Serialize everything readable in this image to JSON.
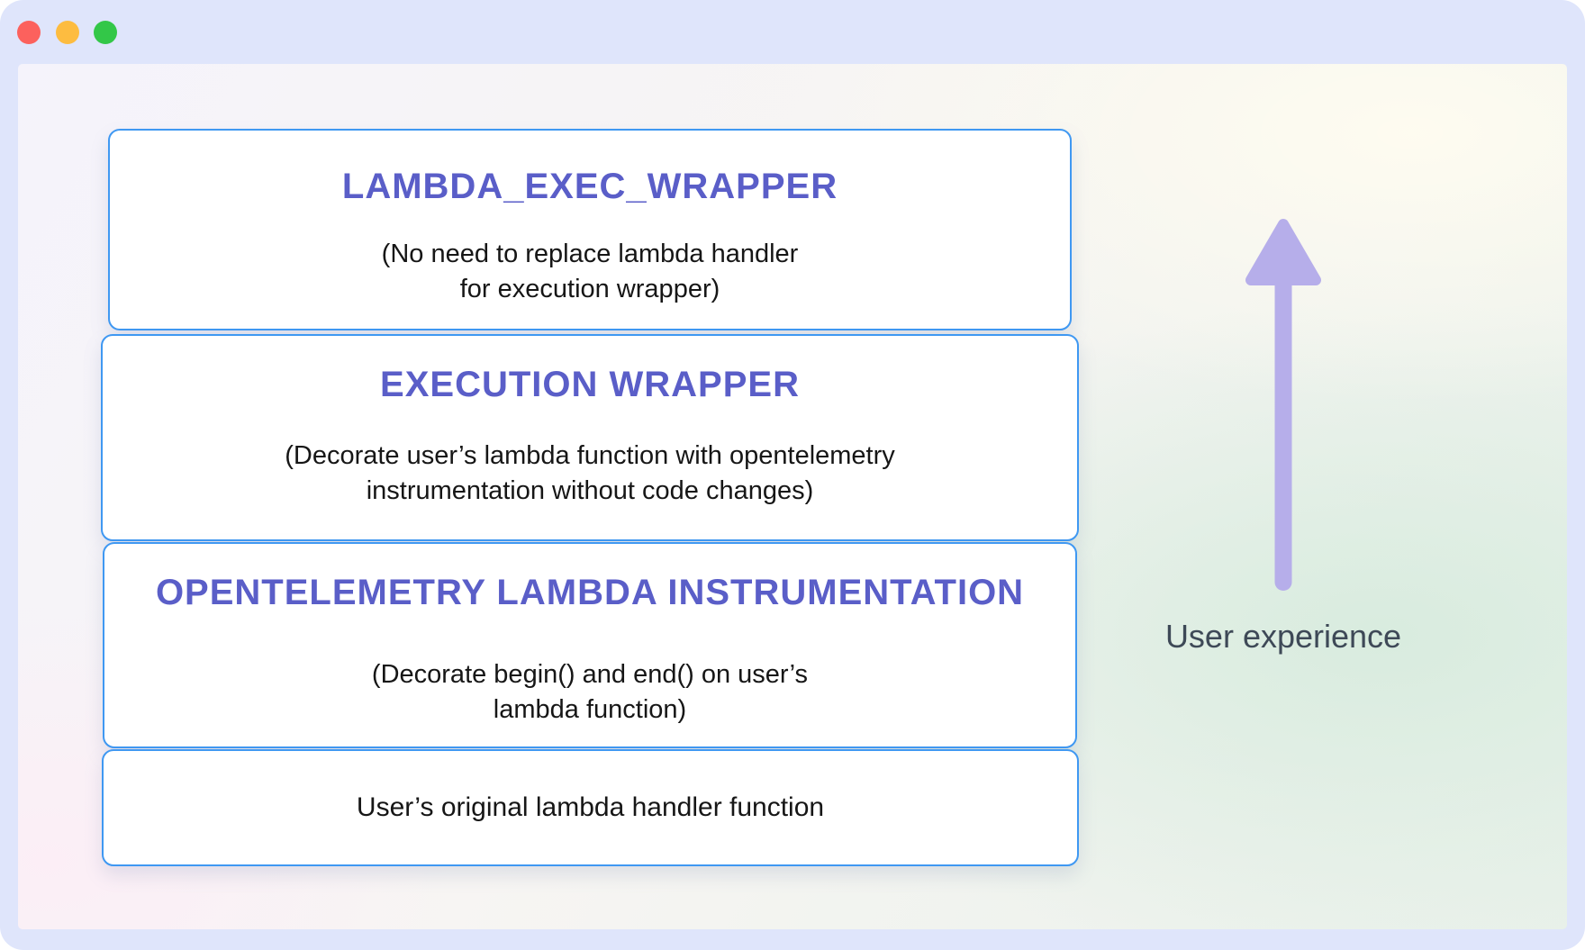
{
  "window": {
    "controls": {
      "close": "close-button",
      "minimize": "minimize-button",
      "fullscreen": "fullscreen-button"
    }
  },
  "layers": [
    {
      "title": "LAMBDA_EXEC_WRAPPER",
      "desc_line1": "(No need to replace lambda handler",
      "desc_line2": "for execution wrapper)"
    },
    {
      "title": "EXECUTION WRAPPER",
      "desc_line1": "(Decorate user’s lambda function with opentelemetry",
      "desc_line2": "instrumentation without code changes)"
    },
    {
      "title": "OPENTELEMETRY LAMBDA INSTRUMENTATION",
      "desc_line1": "(Decorate begin() and end() on user’s",
      "desc_line2": "lambda function)"
    },
    {
      "title": "",
      "desc_line1": "User’s original lambda handler function",
      "desc_line2": ""
    }
  ],
  "arrow": {
    "label": "User experience",
    "direction": "up"
  },
  "colors": {
    "accent_purple": "#5a5ec8",
    "box_border_blue": "#3f98f2",
    "arrow_lavender": "#b6aeea",
    "label_slate": "#3e4957",
    "frame_lavender": "#dfe5fb",
    "traffic_red": "#fc615d",
    "traffic_yellow": "#fdbc40",
    "traffic_green": "#33c748"
  }
}
